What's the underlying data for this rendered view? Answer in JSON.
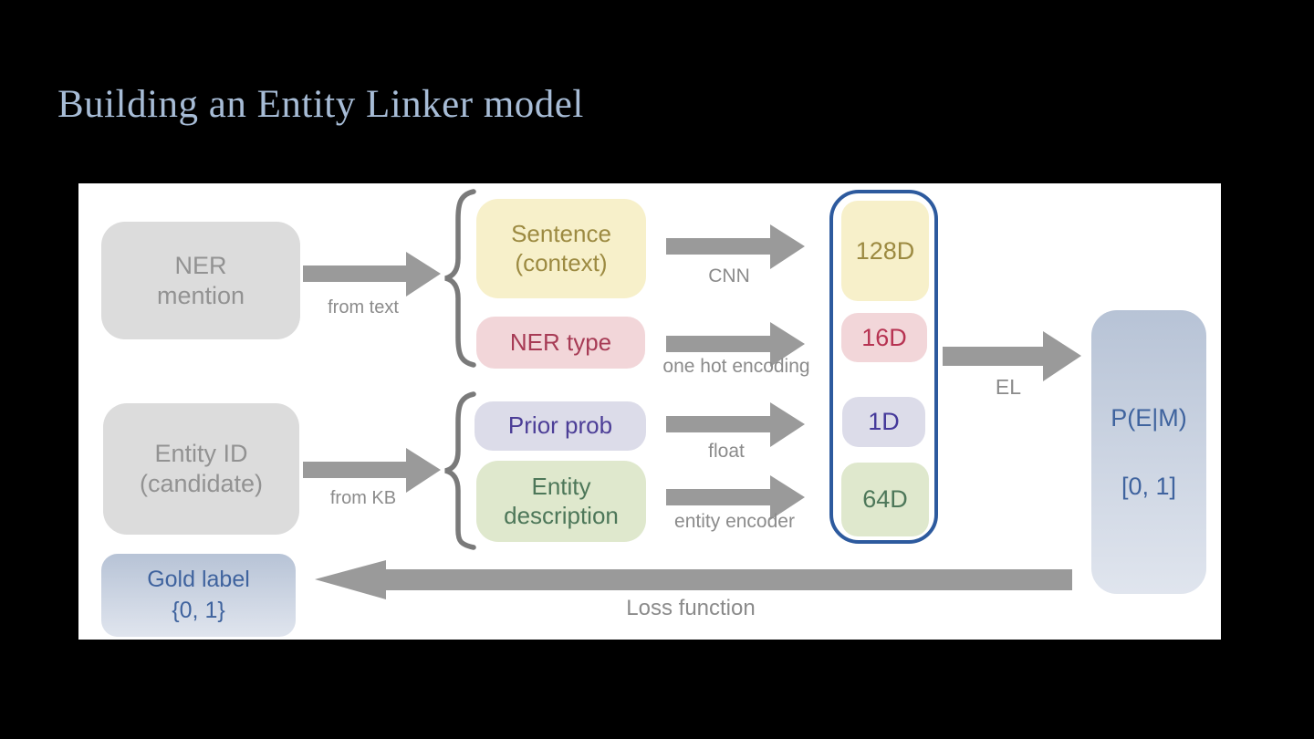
{
  "slide": {
    "title": "Building an Entity Linker model"
  },
  "colors": {
    "background": "#000000",
    "panel": "#ffffff",
    "title_text": "#a7bcd6",
    "gray_box_fill": "#dcdcdc",
    "gray_box_text": "#929292",
    "arrow_gray": "#9a9a9a",
    "label_gray": "#8b8b8b",
    "yellow_fill": "#f7f0ca",
    "yellow_text": "#9c8a41",
    "pink_fill": "#f2d6d9",
    "pink_text": "#a73b55",
    "lavender_fill": "#dcdce9",
    "lavender_text": "#4c3e97",
    "green_fill": "#dfe8cd",
    "green_text": "#4d7759",
    "blue_outline": "#2d5a9e",
    "blue_text": "#3f639e",
    "gradient_top": "#b7c3d6",
    "gradient_bottom": "#e0e5ee"
  },
  "boxes": {
    "ner_mention": {
      "line1": "NER",
      "line2": "mention"
    },
    "entity_id": {
      "line1": "Entity ID",
      "line2": "(candidate)"
    },
    "gold_label": {
      "line1": "Gold label",
      "line2": "{0, 1}"
    },
    "sentence": {
      "line1": "Sentence",
      "line2": "(context)"
    },
    "ner_type": {
      "label": "NER type"
    },
    "prior_prob": {
      "label": "Prior prob"
    },
    "entity_description": {
      "line1": "Entity",
      "line2": "description"
    },
    "output": {
      "line1": "P(E|M)",
      "line2": "[0, 1]"
    }
  },
  "dims": {
    "sentence": "128D",
    "ner_type": "16D",
    "prior_prob": "1D",
    "entity_description": "64D"
  },
  "labels": {
    "from_text": "from text",
    "from_kb": "from KB",
    "cnn": "CNN",
    "one_hot": "one hot encoding",
    "float": "float",
    "entity_encoder": "entity encoder",
    "el": "EL",
    "loss": "Loss function"
  }
}
